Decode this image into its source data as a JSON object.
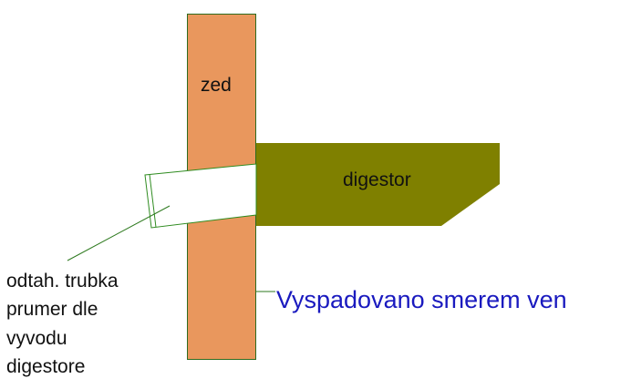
{
  "labels": {
    "wall": "zed",
    "hood": "digestor",
    "pipe_line1": "odtah. trubka",
    "pipe_line2": "prumer dle",
    "pipe_line3": "vyvodu",
    "pipe_line4": "digestore",
    "slope_note": "Vyspadovano smerem ven"
  },
  "colors": {
    "wall_fill": "#E9975D",
    "wall_stroke": "#2E6B1F",
    "hood_fill": "#7F8000",
    "pipe_fill": "#FFFFFF",
    "pipe_stroke": "#2E8B1F",
    "leader": "#2E7A1F",
    "note_text": "#1A1ABF",
    "body_text": "#111111"
  }
}
